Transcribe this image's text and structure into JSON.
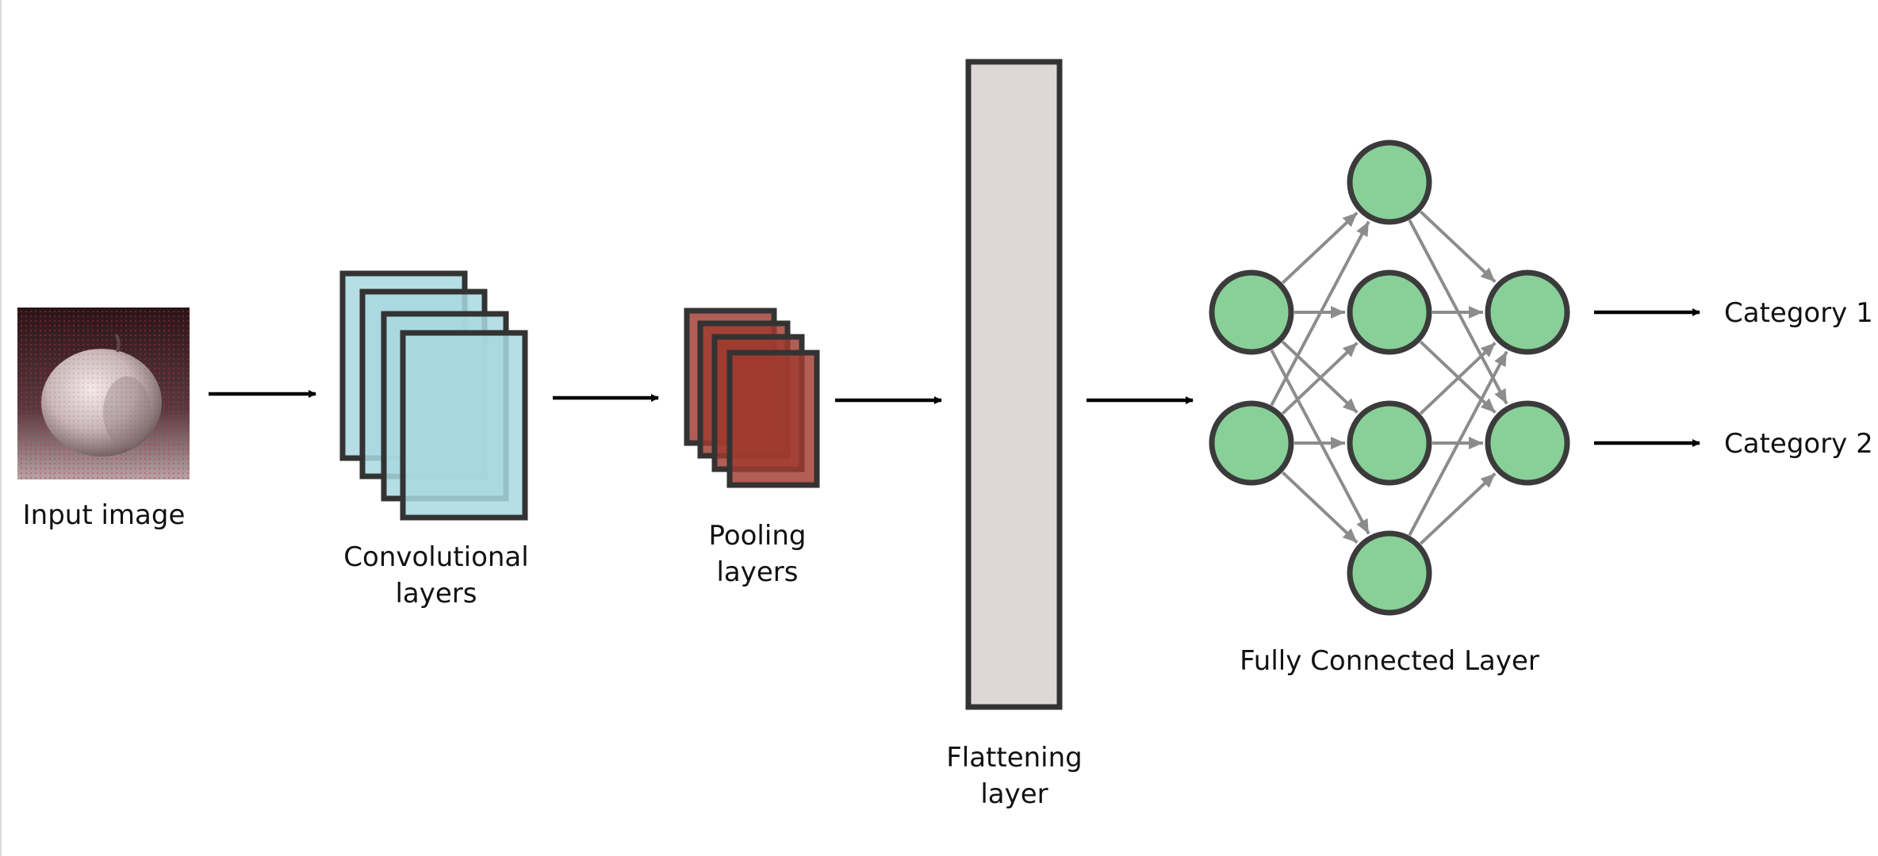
{
  "diagram": {
    "title": "",
    "labels": {
      "input": "Input image",
      "conv_line1": "Convolutional",
      "conv_line2": "layers",
      "pool_line1": "Pooling",
      "pool_line2": "layers",
      "flat_line1": "Flattening",
      "flat_line2": "layer",
      "fc": "Fully Connected Layer",
      "cat1": "Category 1",
      "cat2": "Category 2"
    },
    "colors": {
      "conv_fill": "#a8d8e0",
      "pool_fill": "#a03a30",
      "flatten_fill": "#ddd7d8",
      "node_fill": "#88d098",
      "outline": "#333333",
      "connection": "#8c8c8c"
    },
    "network": {
      "layers": [
        2,
        4,
        2
      ],
      "fully_connected": true
    }
  }
}
